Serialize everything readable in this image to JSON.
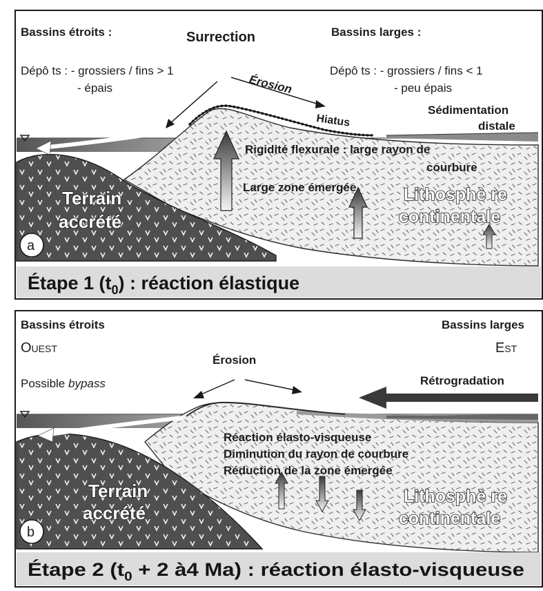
{
  "panel_a": {
    "title": "Surrection",
    "left_heading": "Bassins étroits :",
    "left_deposits_line1": "Dépô ts : - grossiers / fins > 1",
    "left_deposits_line2": "- épais",
    "right_heading": "Bassins larges :",
    "right_deposits_line1": "Dépô ts : - grossiers / fins < 1",
    "right_deposits_line2": "- peu épais",
    "erosion": "Érosion",
    "hiatus": "Hiatus",
    "distal_line1": "Sédimentation",
    "distal_line2": "distale",
    "rigidity_line1": "Rigidité flexurale : large rayon de",
    "rigidity_line2": "courbure",
    "emerged_zone": "Large zone émergée",
    "terrain_line1": "Terrain",
    "terrain_line2": "accrété",
    "litho_line1": "Lithosphè re",
    "litho_line2": "continentale",
    "letter": "a",
    "stage_prefix": "Étape 1 (t",
    "stage_sub": "0",
    "stage_suffix": ") : réaction élastique"
  },
  "panel_b": {
    "left_heading": "Bassins étroits",
    "west": "Ouest",
    "right_heading": "Bassins larges",
    "east": "Est",
    "erosion": "Érosion",
    "bypass_prefix": "Possible ",
    "bypass_italic": "bypass",
    "retro": "Rétrogradation",
    "reaction_line1": "Réaction élasto-visqueuse",
    "reaction_line2": "Diminution du rayon de courbure",
    "reaction_line3": "Réduction de la zone émergée",
    "terrain_line1": "Terrain",
    "terrain_line2": "accrété",
    "litho_line1": "Lithosphè re",
    "litho_line2": "continentale",
    "letter": "b",
    "stage_prefix": "Étape 2 (t",
    "stage_sub": "0",
    "stage_suffix": " + 2 à4 Ma) : réaction élasto-visqueuse"
  }
}
